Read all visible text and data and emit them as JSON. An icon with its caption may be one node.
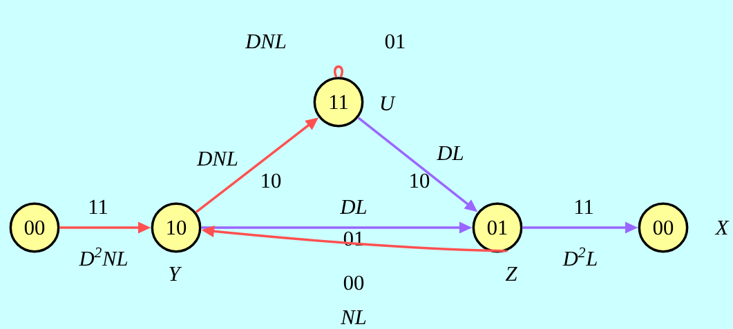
{
  "diagram": {
    "nodes": [
      {
        "text": [
          "00"
        ]
      },
      {
        "text": [
          "10"
        ],
        "beside": [
          "Y"
        ]
      },
      {
        "text": [
          "11"
        ],
        "beside": [
          "U"
        ]
      },
      {
        "text": [
          "01"
        ],
        "beside": [
          "Z"
        ]
      },
      {
        "text": [
          "00"
        ],
        "beside": [
          "X"
        ]
      }
    ],
    "edges": [
      {
        "from": 0,
        "to": 1,
        "arrow": "to",
        "label": "11",
        "color": "#ff5050"
      },
      {
        "from": 1,
        "to": 2,
        "arrow": "to",
        "label": "10",
        "color": "#ff5050"
      },
      {
        "from": 2,
        "to": 2,
        "arrow": "none",
        "label": "01",
        "color": "#ff5050"
      },
      {
        "from": 2,
        "to": 3,
        "arrow": "to",
        "label": "10",
        "color": "#9966ff"
      },
      {
        "from": 1,
        "to": 3,
        "arrow": "to",
        "label": "01",
        "color": "#9966ff"
      },
      {
        "from": 3,
        "to": 1,
        "arrow": "to",
        "label": "00",
        "color": "#ff5050"
      },
      {
        "from": 3,
        "to": 4,
        "arrow": "to",
        "label": "11",
        "color": "#9966ff"
      }
    ],
    "labels": [
      "DNL",
      "DNL",
      "DL",
      "DL",
      "D$^{2}$NL",
      "D$^{2}$L",
      "NL"
    ]
  }
}
